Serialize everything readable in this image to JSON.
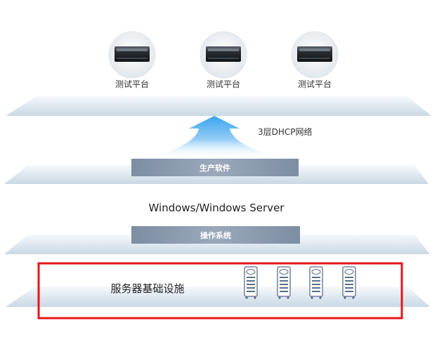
{
  "platforms": [
    {
      "label": "测试平台"
    },
    {
      "label": "测试平台"
    },
    {
      "label": "测试平台"
    }
  ],
  "network_label": "3层DHCP网络",
  "software_bar": "生产软件",
  "os_text": "Windows/Windows Server",
  "os_bar": "操作系统",
  "infra_label": "服务器基础设施",
  "colors": {
    "plane_top": "#f4f8fb",
    "plane_bottom": "#cddbe6",
    "bar": "#8a9aae",
    "arrow": "#3aa6ec",
    "highlight": "#e8141c",
    "server_outline": "#5a6f86"
  }
}
